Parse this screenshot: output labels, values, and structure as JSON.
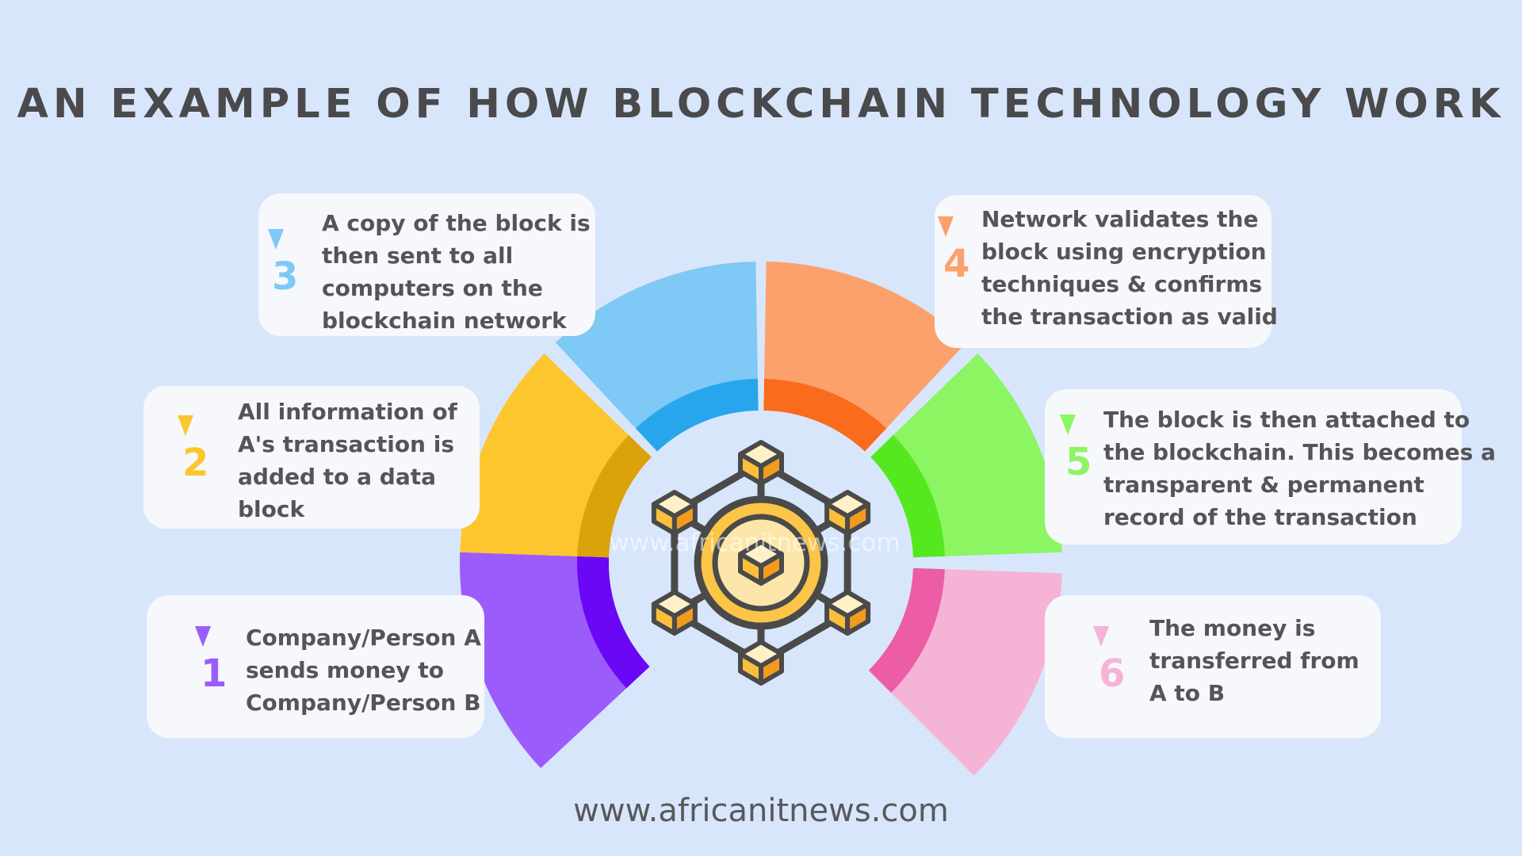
{
  "title": "AN EXAMPLE OF HOW BLOCKCHAIN TECHNOLOGY WORK",
  "footer": "www.africanitnews.com",
  "watermark": "www.africanitnews.com",
  "steps": [
    {
      "number": "1",
      "lines": [
        "Company/Person A",
        "sends money to",
        "Company/Person B"
      ],
      "color": "#9b5cfb",
      "inner_color": "#6a07f5"
    },
    {
      "number": "2",
      "lines": [
        "All information of",
        "A's transaction is",
        "added to a data",
        "block"
      ],
      "color": "#fdc62f",
      "inner_color": "#dca209"
    },
    {
      "number": "3",
      "lines": [
        "A copy of the block is",
        "then sent to all",
        "computers on the",
        "blockchain network"
      ],
      "color": "#7ec9f5",
      "inner_color": "#27a6ec"
    },
    {
      "number": "4",
      "lines": [
        "Network validates the",
        "block using encryption",
        "techniques & confirms",
        "the transaction as valid"
      ],
      "color": "#fca16c",
      "inner_color": "#fb6b1c"
    },
    {
      "number": "5",
      "lines": [
        "The block is then attached to",
        "the blockchain. This becomes a",
        "transparent & permanent",
        "record of the transaction"
      ],
      "color": "#8bf562",
      "inner_color": "#56e81f"
    },
    {
      "number": "6",
      "lines": [
        "The money is",
        "transferred from",
        "A to B"
      ],
      "color": "#f5b4d5",
      "inner_color": "#ec5da5"
    }
  ],
  "icon_colors": {
    "outline": "#4a4a4a",
    "cube_top": "#fff1c7",
    "cube_side": "#fbbf3c",
    "cube_dark": "#f39b1d"
  }
}
